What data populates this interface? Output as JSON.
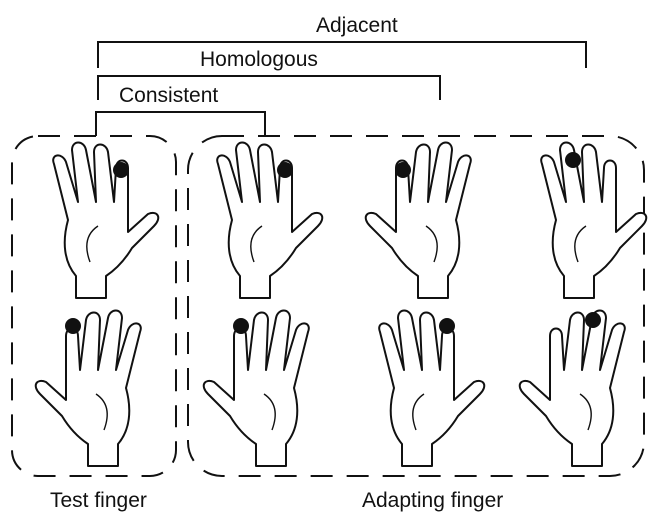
{
  "brackets": {
    "adjacent": "Adjacent",
    "homologous": "Homologous",
    "consistent": "Consistent"
  },
  "groups": {
    "test": "Test finger",
    "adapting": "Adapting finger"
  },
  "hands": [
    {
      "group": "test",
      "row": 1,
      "hand": "right",
      "marked_finger": "index"
    },
    {
      "group": "test",
      "row": 2,
      "hand": "left",
      "marked_finger": "index"
    },
    {
      "group": "adapting",
      "row": 1,
      "hand": "right",
      "marked_finger": "index"
    },
    {
      "group": "adapting",
      "row": 1,
      "hand": "left",
      "marked_finger": "index"
    },
    {
      "group": "adapting",
      "row": 1,
      "hand": "right",
      "marked_finger": "middle"
    },
    {
      "group": "adapting",
      "row": 2,
      "hand": "left",
      "marked_finger": "index"
    },
    {
      "group": "adapting",
      "row": 2,
      "hand": "right",
      "marked_finger": "index"
    },
    {
      "group": "adapting",
      "row": 2,
      "hand": "left",
      "marked_finger": "middle"
    }
  ],
  "colors": {
    "line": "#111111",
    "marker": "#111111",
    "background": "#ffffff"
  }
}
